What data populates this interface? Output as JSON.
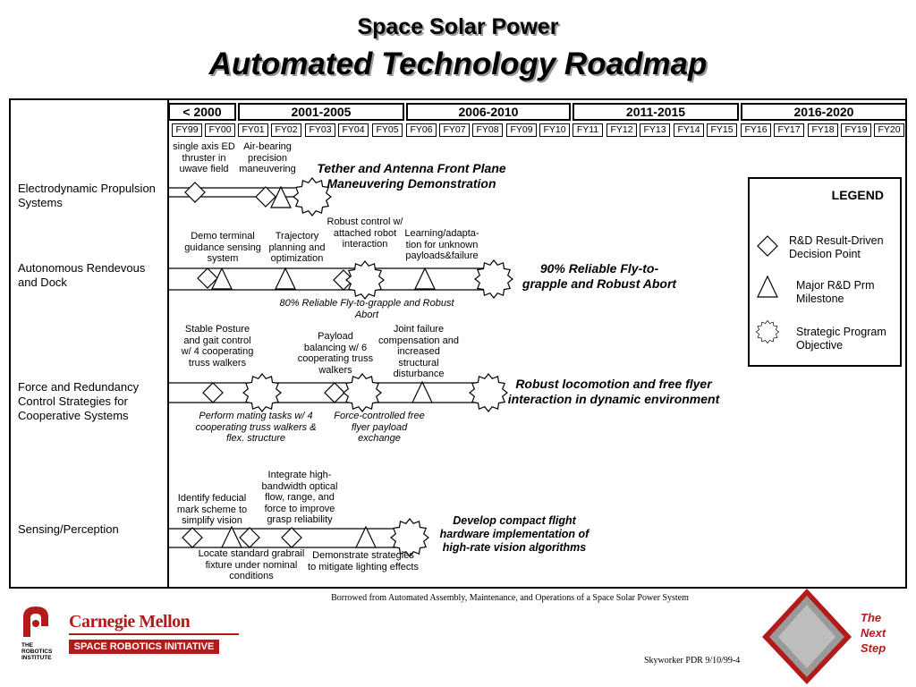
{
  "header": {
    "title": "Space Solar Power",
    "subtitle": "Automated Technology Roadmap"
  },
  "eras": [
    "< 2000",
    "2001-2005",
    "2006-2010",
    "2011-2015",
    "2016-2020"
  ],
  "fiscal_years": [
    "FY99",
    "FY00",
    "FY01",
    "FY02",
    "FY03",
    "FY04",
    "FY05",
    "FY06",
    "FY07",
    "FY08",
    "FY09",
    "FY10",
    "FY11",
    "FY12",
    "FY13",
    "FY14",
    "FY15",
    "FY16",
    "FY17",
    "FY18",
    "FY19",
    "FY20"
  ],
  "rows": {
    "electrodynamic": {
      "label": "Electrodynamic Propulsion Systems",
      "notes": [
        "single axis ED  thruster in uwave field",
        "Air-bearing precision maneuvering"
      ],
      "objective": "Tether and Antenna Front Plane Maneuvering Demonstration"
    },
    "rendezvous": {
      "label": "Autonomous Rendevous and Dock",
      "notes": [
        "Demo terminal guidance sensing system",
        "Trajectory planning and optimization",
        "Robust control w/ attached robot interaction",
        "Learning/adapta-tion for unknown payloads&failure"
      ],
      "italic_note": "80% Reliable Fly-to-grapple and Robust Abort",
      "objective": "90% Reliable Fly-to-grapple and Robust Abort"
    },
    "force": {
      "label": "Force and Redundancy Control Strategies for Cooperative Systems",
      "notes": [
        "Stable Posture and gait control w/ 4 cooperating truss walkers",
        "Payload balancing w/ 6 cooperating truss walkers",
        "Joint failure compensation and increased structural disturbance"
      ],
      "italic_notes": [
        "Perform mating tasks w/ 4 cooperating truss walkers & flex. structure",
        "Force-controlled free flyer payload exchange"
      ],
      "objective": "Robust locomotion and free flyer interaction in dynamic environment"
    },
    "sensing": {
      "label": "Sensing/Perception",
      "notes": [
        "Identify feducial mark scheme to simplify vision",
        "Integrate high-bandwidth optical flow, range, and force to improve grasp reliability",
        "Locate standard grabrail fixture under nominal  conditions",
        "Demonstrate strategies to mitigate lighting effects"
      ],
      "objective": "Develop compact flight hardware implementation of high-rate vision algorithms"
    }
  },
  "legend": {
    "title": "LEGEND",
    "items": [
      "R&D Result-Driven Decision Point",
      "Major R&D Prm Milestone",
      "Strategic Program Objective"
    ]
  },
  "footer": {
    "credit": "Borrowed from Automated Assembly, Maintenance, and Operations of a Space Solar Power System",
    "pdr": "Skyworker PDR 9/10/99-4",
    "university": "Carnegie Mellon",
    "initiative": "SPACE ROBOTICS INITIATIVE",
    "institute": "THE ROBOTICS INSTITUTE",
    "tagline": "The Next Step"
  },
  "colors": {
    "brand_red": "#b31b1b"
  }
}
